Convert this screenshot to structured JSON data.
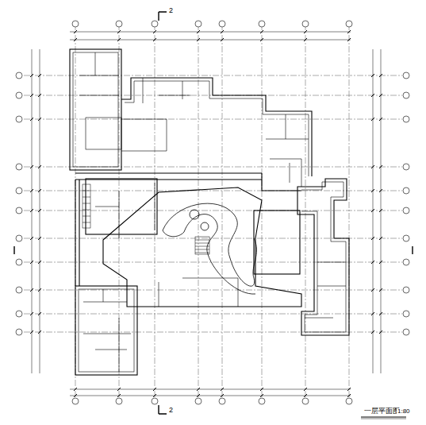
{
  "diagram": {
    "title": "一层平面图",
    "labels": [
      "1:80",
      "2",
      "2"
    ]
  }
}
